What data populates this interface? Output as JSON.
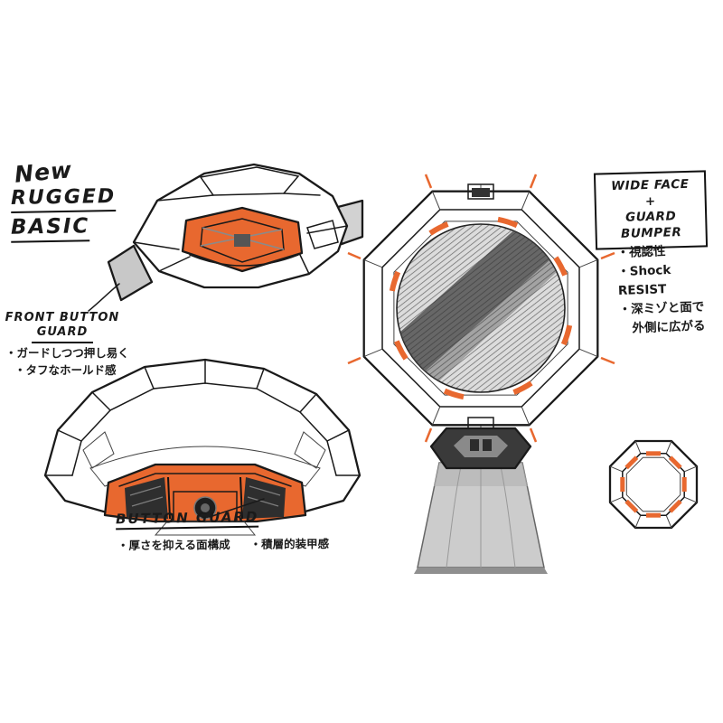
{
  "colors": {
    "accent_orange": "#E8682F",
    "ink": "#1a1a1a",
    "gray_light": "#cccccc",
    "gray_dark": "#3a3a3a"
  },
  "title": {
    "line1": "New",
    "line2": "RUGGED",
    "line3": "BASIC"
  },
  "front_button_guard": {
    "label_line1": "FRONT BUTTON",
    "label_line2": "GUARD",
    "bullet1": "・ガードしつつ押し易く",
    "bullet2": "・タフなホールド感"
  },
  "button_guard": {
    "label": "BUTTON GUARD",
    "bullet1": "・厚さを抑える面構成",
    "bullet2": "・積層的装甲感"
  },
  "wide_face": {
    "line1": "WIDE FACE",
    "line2": "+",
    "line3": "GUARD BUMPER",
    "bullet1": "・視認性",
    "bullet2": "・Shock RESIST",
    "bullet3": "・深ミゾと面で",
    "bullet4": "外側に広がる"
  }
}
